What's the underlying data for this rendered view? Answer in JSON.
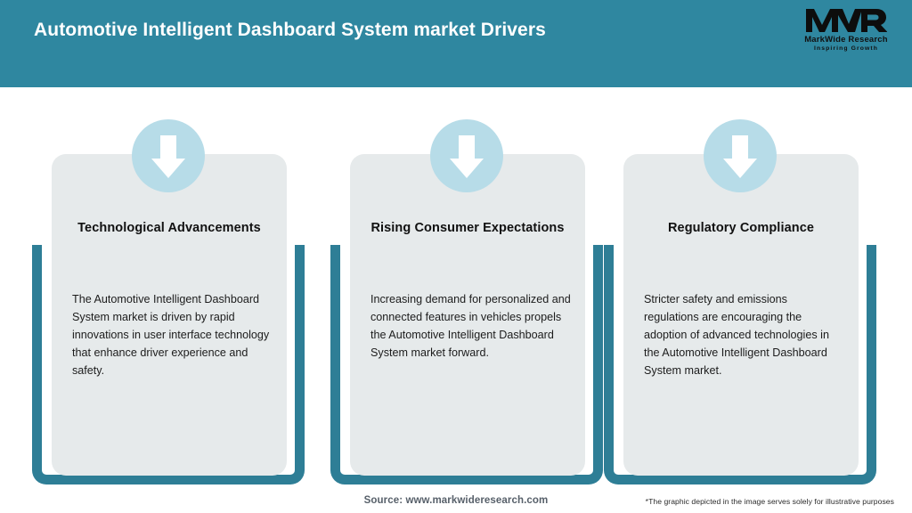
{
  "header": {
    "title": "Automotive Intelligent Dashboard System market Drivers",
    "background_color": "#2f87a0",
    "title_color": "#ffffff"
  },
  "logo": {
    "mark": "MWR",
    "name": "MarkWide Research",
    "tagline": "Inspiring Growth"
  },
  "theme": {
    "teal": "#2e7e96",
    "panel": "#e6eaeb",
    "badge": "#b7dce8",
    "arrow": "#ffffff"
  },
  "cards": [
    {
      "icon": "down-arrow-icon",
      "heading": "Technological Advancements",
      "body": "The Automotive Intelligent Dashboard System market is driven by rapid innovations in user interface technology that enhance driver experience and safety."
    },
    {
      "icon": "down-arrow-icon",
      "heading": "Rising Consumer Expectations",
      "body": "Increasing demand for personalized and connected features in vehicles propels the Automotive Intelligent Dashboard System market forward."
    },
    {
      "icon": "down-arrow-icon",
      "heading": "Regulatory Compliance",
      "body": "Stricter safety and emissions regulations are encouraging the adoption of advanced technologies in the Automotive Intelligent Dashboard System market."
    }
  ],
  "footer": {
    "source": "Source: www.markwideresearch.com",
    "disclaimer": "*The graphic depicted in the image serves solely for illustrative purposes"
  }
}
